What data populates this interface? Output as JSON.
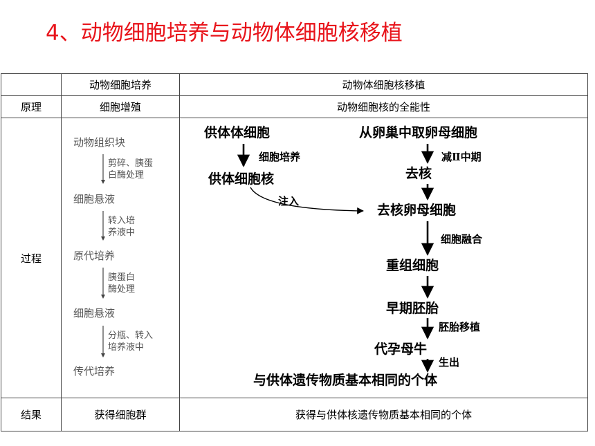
{
  "title": "4、动物细胞培养与动物体细胞核移植",
  "table": {
    "header": {
      "col1": "",
      "col2": "动物细胞培养",
      "col3": "动物体细胞核移植"
    },
    "principle": {
      "label": "原理",
      "culture": "细胞增殖",
      "transfer": "动物细胞核的全能性"
    },
    "process": {
      "label": "过程",
      "culture_flow": {
        "steps": [
          "动物组织块",
          "细胞悬液",
          "原代培养",
          "细胞悬液",
          "传代培养"
        ],
        "arrow_notes": [
          [
            "剪碎、胰蛋",
            "白酶处理"
          ],
          [
            "转入培",
            "养液中"
          ],
          [
            "胰蛋白",
            "酶处理"
          ],
          [
            "分瓶、转入",
            "培养液中"
          ]
        ]
      },
      "transfer_flow": {
        "donor": "供体体细胞",
        "donor_step": "细胞培养",
        "donor_nucleus": "供体细胞核",
        "inject": "注入",
        "oocyte": "从卵巢中取卵母细胞",
        "oocyte_step": "减Ⅱ中期",
        "enucleate": "去核",
        "enucleated_oocyte": "去核卵母细胞",
        "fusion": "细胞融合",
        "reconstructed": "重组细胞",
        "embryo": "早期胚胎",
        "embryo_transfer": "胚胎移植",
        "surrogate": "代孕母牛",
        "birth": "生出",
        "offspring": "与供体遗传物质基本相同的个体"
      }
    },
    "result": {
      "label": "结果",
      "culture": "获得细胞群",
      "transfer": "获得与供体核遗传物质基本相同的个体"
    }
  }
}
